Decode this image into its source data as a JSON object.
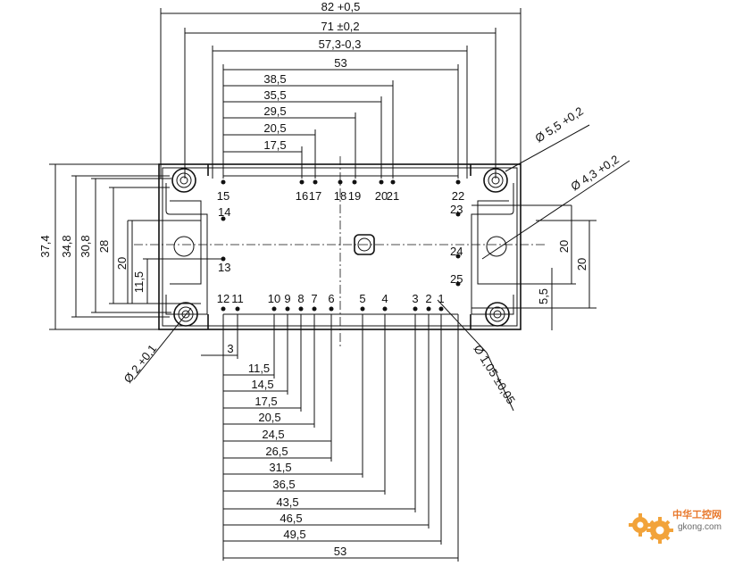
{
  "top_dimensions": [
    "82 +0,5",
    "71 ±0,2",
    "57,3-0,3",
    "53",
    "38,5",
    "35,5",
    "29,5",
    "20,5",
    "17,5"
  ],
  "left_dimensions": [
    "37,4",
    "34,8",
    "30,8",
    "28",
    "20",
    "11,5"
  ],
  "right_dimensions": [
    "20",
    "20",
    "5,5"
  ],
  "bottom_dimensions": [
    "3",
    "11,5",
    "14,5",
    "17,5",
    "20,5",
    "24,5",
    "26,5",
    "31,5",
    "36,5",
    "43,5",
    "46,5",
    "49,5",
    "53"
  ],
  "diameter_callouts": [
    "Ø 5,5 +0,2",
    "Ø 4,3 +0,2",
    "Ø 2 +0,1",
    "Ø 1,05 ±0,05"
  ],
  "pin_labels": {
    "top_row": [
      "15",
      "16",
      "17",
      "18",
      "19",
      "20",
      "21",
      "22"
    ],
    "right_side": [
      "23",
      "24",
      "25"
    ],
    "left_side": [
      "14",
      "13"
    ],
    "bottom_row": [
      "12",
      "11",
      "10",
      "9",
      "8",
      "7",
      "6",
      "5",
      "4",
      "3",
      "2",
      "1"
    ]
  },
  "watermark": {
    "brand": "中华工控网",
    "url": "gkong.com",
    "gear_icon": "gear-icon"
  }
}
